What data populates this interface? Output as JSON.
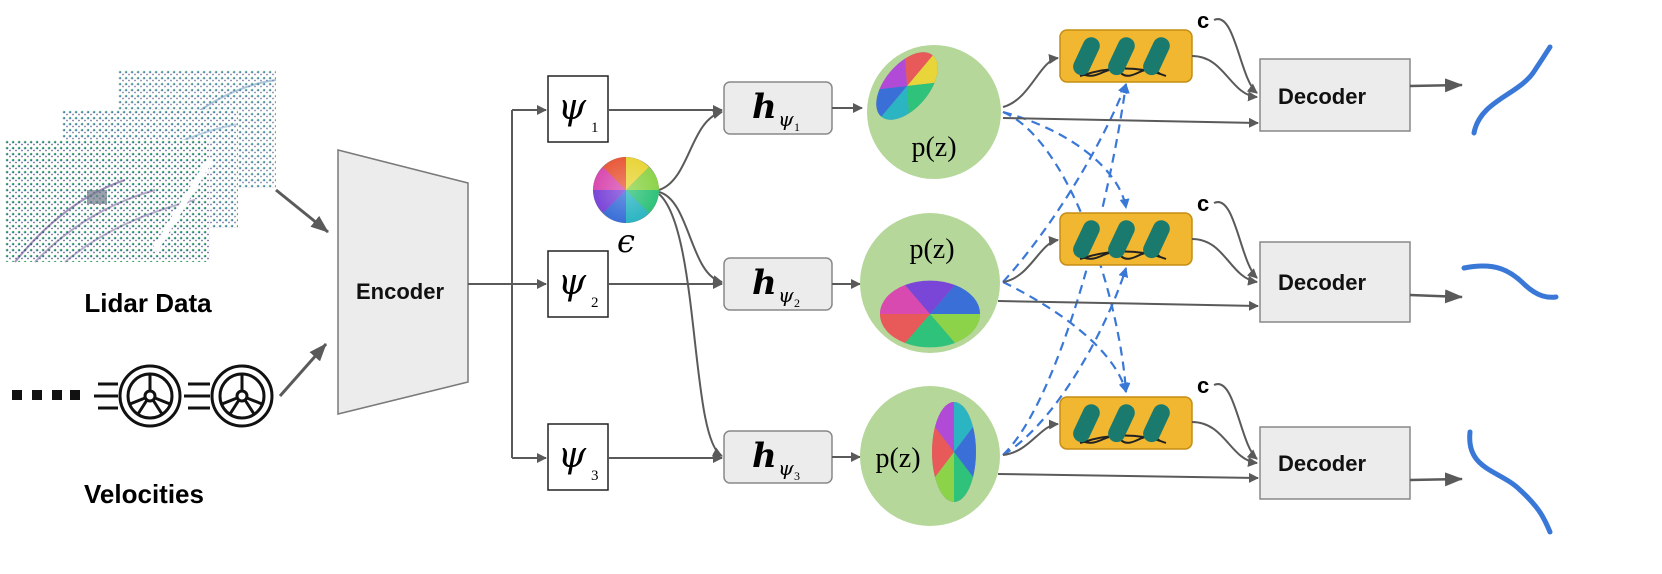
{
  "labels": {
    "lidar": "Lidar Data",
    "velocities": "Velocities",
    "encoder": "Encoder",
    "epsilon": "ϵ",
    "decoder": "Decoder",
    "pz": "p(z)",
    "c": "c"
  },
  "branches": [
    {
      "psi": "ψ",
      "psi_sub": "1",
      "h": "h",
      "h_psi": "ψ",
      "h_sub": "1"
    },
    {
      "psi": "ψ",
      "psi_sub": "2",
      "h": "h",
      "h_psi": "ψ",
      "h_sub": "2"
    },
    {
      "psi": "ψ",
      "psi_sub": "3",
      "h": "h",
      "h_psi": "ψ",
      "h_sub": "3"
    }
  ],
  "colors": {
    "arrow": "#5a5a5a",
    "dashed": "#3a78d8",
    "green": "#b5d79a",
    "orange": "#f2b731",
    "teal": "#1b7a6e",
    "decoder_fill": "#ececec",
    "curve": "#3a78d8"
  }
}
